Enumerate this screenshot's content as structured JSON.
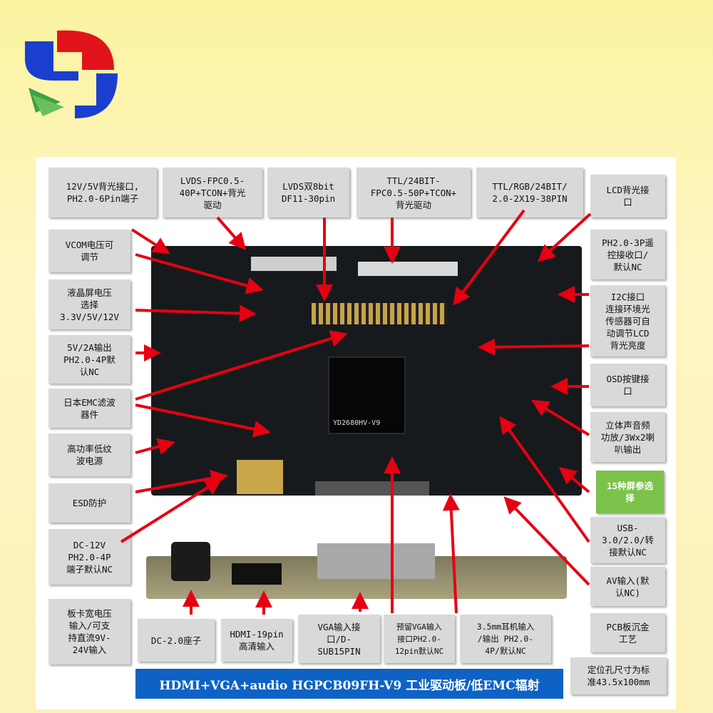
{
  "colors": {
    "arrow": "#e60012",
    "banner": "#0e62c4",
    "board": "#161a1d",
    "label_bg": "#d9d9d9",
    "highlight": "#7cc24a"
  },
  "logo": {
    "icon": "lg-logo-icon"
  },
  "labels": {
    "backlight_12v5v": "12V/5V背光接口,\nPH2.0-6Pin端子",
    "lvds_fpc": "LVDS-FPC0.5-\n40P+TCON+背光\n驱动",
    "lvds_dual": "LVDS双8bit\nDF11-30pin",
    "ttl_fpc": "TTL/24BIT-\nFPC0.5-50P+TCON+\n背光驱动",
    "ttl_rgb": "TTL/RGB/24BIT/\n2.0-2X19-38PIN",
    "lcd_backlight": "LCD背光接\n口",
    "vcom": "VCOM电压可\n调节",
    "lcd_voltage": "液晶屏电压\n选择\n3.3V/5V/12V",
    "out_5v2a": "5V/2A输出\nPH2.0-4P默\n认NC",
    "emc_filter": "日本EMC滤波\n器件",
    "ripple_power": "高功率低纹\n波电源",
    "esd": "ESD防护",
    "dc12v": "DC-12V\nPH2.0-4P\n端子默认NC",
    "wide_voltage": "板卡宽电压\n输入/可支\n持直流9V-\n24V输入",
    "ir_receiver": "PH2.0-3P遥\n控接收口/\n默认NC",
    "i2c": "I2C接口\n连接环境光\n传感器可自\n动调节LCD\n背光亮度",
    "osd": "OSD按键接\n口",
    "stereo": "立体声音频\n功放/3Wx2喇\n叭输出",
    "screens15": "15种屏参选\n择",
    "usb": "USB-\n3.0/2.0/转\n接默认NC",
    "av": "AV输入(默\n认NC)",
    "pcb": "PCB板沉金\n工艺",
    "mounting": "定位孔尺寸为标\n准43.5x100mm",
    "dc20": "DC-2.0座子",
    "hdmi19": "HDMI-19pin\n高清输入",
    "vga_in": "VGA输入接\n口/D-\nSUB15PIN",
    "vga_reserved": "预留VGA输入\n接口PH2.0-\n12pin默认NC",
    "earphone": "3.5mm耳机输入\n/输出 PH2.0-\n4P/默认NC"
  },
  "board": {
    "model": "YD2680HV-V9"
  },
  "banner": {
    "title": "HDMI+VGA+audio HGPCB09FH-V9 工业驱动板/低EMC辐射"
  }
}
